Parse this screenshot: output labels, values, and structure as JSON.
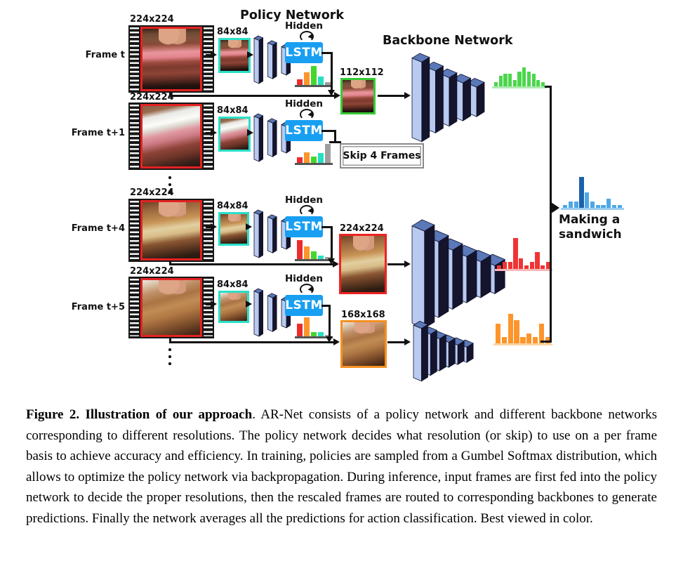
{
  "diagram": {
    "policy_network_title": "Policy Network",
    "backbone_network_title": "Backbone Network",
    "hidden_label": "Hidden",
    "lstm_label": "LSTM",
    "skip_label": "Skip 4 Frames",
    "action_label_line1": "Making a",
    "action_label_line2": "sandwich",
    "frames": [
      {
        "label": "Frame t",
        "strip_res": "224x224",
        "crop_res": "84x84",
        "chosen_res": "112x112"
      },
      {
        "label": "Frame t+1",
        "strip_res": "224x224",
        "crop_res": "84x84",
        "chosen_res": "skip"
      },
      {
        "label": "Frame t+4",
        "strip_res": "224x224",
        "crop_res": "84x84",
        "chosen_res": "224x224"
      },
      {
        "label": "Frame t+5",
        "strip_res": "224x224",
        "crop_res": "84x84",
        "chosen_res": "168x168"
      }
    ],
    "outputs": [
      {
        "res": "112x112"
      },
      {
        "res": "224x224"
      },
      {
        "res": "168x168"
      }
    ],
    "backbones": [
      {
        "id": "backbone-112",
        "layers": 5
      },
      {
        "id": "backbone-224",
        "layers": 6
      },
      {
        "id": "backbone-168",
        "layers": 6
      }
    ]
  },
  "colors": {
    "lstm_blue": "#189ff2",
    "policy_red": "#ee2b2b",
    "policy_orange": "#fd952c",
    "policy_green": "#44d62c",
    "policy_teal": "#25e0c0",
    "policy_gray": "#9e9e9e",
    "pred_green": "#4cd64c",
    "pred_red": "#f03434",
    "pred_orange": "#fd952c",
    "final_blue_light": "#4fa8e6",
    "final_blue_dark": "#1b62ab",
    "crop_border_teal": "#2ae0c8",
    "res112_border_green": "#35cb35",
    "res224_border_red": "#ee2222",
    "res168_border_orange": "#f59122",
    "cnn_front": "#b9caf1",
    "cnn_side": "#14142c",
    "cnn_top": "#5b79b8"
  },
  "chart_data": [
    {
      "id": "policy-t",
      "type": "bar",
      "context": "policy distribution for Frame t (112x112 chosen)",
      "values": [
        3,
        6.8,
        10,
        4.3,
        1.6
      ],
      "colors": [
        "#ee2b2b",
        "#fd952c",
        "#44d62c",
        "#25e0c0",
        "#9e9e9e"
      ],
      "baseline": "#555555"
    },
    {
      "id": "policy-t1",
      "type": "bar",
      "context": "policy distribution for Frame t+1 (skip chosen)",
      "values": [
        3,
        5.7,
        3.5,
        5.2,
        10
      ],
      "colors": [
        "#ee2b2b",
        "#fd952c",
        "#44d62c",
        "#25e0c0",
        "#9e9e9e"
      ],
      "baseline": "#555555"
    },
    {
      "id": "policy-t4",
      "type": "bar",
      "context": "policy distribution for Frame t+4 (224x224 chosen)",
      "values": [
        10,
        6.8,
        4,
        1.8,
        1
      ],
      "colors": [
        "#ee2b2b",
        "#fd952c",
        "#44d62c",
        "#25e0c0",
        "#9e9e9e"
      ],
      "baseline": "#555555"
    },
    {
      "id": "policy-t5",
      "type": "bar",
      "context": "policy distribution for Frame t+5 (168x168 chosen)",
      "values": [
        6.8,
        10,
        2.3,
        2.3,
        0.6
      ],
      "colors": [
        "#ee2b2b",
        "#fd952c",
        "#44d62c",
        "#25e0c0",
        "#9e9e9e"
      ],
      "baseline": "#555555"
    },
    {
      "id": "pred-112",
      "type": "bar",
      "context": "backbone prediction for 112x112 input",
      "values": [
        2,
        5,
        6,
        6,
        3,
        7,
        9,
        7,
        6,
        3,
        2
      ],
      "color": "#4cd64c",
      "baseline": "#aeeab0"
    },
    {
      "id": "pred-224",
      "type": "bar",
      "context": "backbone prediction for 224x224 input",
      "values": [
        1,
        2,
        2,
        9,
        3,
        1,
        2,
        5,
        1,
        2
      ],
      "color": "#f03434",
      "baseline": "#f8b6b6"
    },
    {
      "id": "pred-168",
      "type": "bar",
      "context": "backbone prediction for 168x168 input",
      "values": [
        6,
        2,
        9,
        7,
        2,
        3,
        2,
        6,
        2
      ],
      "color": "#fd952c",
      "baseline": "#fdd4a2"
    },
    {
      "id": "final-avg",
      "type": "bar",
      "context": "averaged prediction - Making a sandwich",
      "values": [
        1,
        2,
        2,
        10,
        5,
        2,
        1,
        1,
        3,
        1,
        1
      ],
      "color": "#4fa8e6",
      "highlight_index": 3,
      "highlight_color": "#1b62ab",
      "baseline": "#9ccdf0"
    }
  ],
  "caption": {
    "bold": "Figure 2. Illustration of our approach",
    "rest": ". AR-Net consists of a policy network and different backbone networks corresponding to different resolutions. The policy network decides what resolution (or skip) to use on a per frame basis to achieve accuracy and efficiency. In training, policies are sampled from a Gumbel Softmax distribution, which allows to optimize the policy network via backpropagation. During inference, input frames are first fed into the policy network to decide the proper resolutions, then the rescaled frames are routed to corresponding backbones to generate predictions. Finally the network averages all the predictions for action classification. Best viewed in color."
  }
}
